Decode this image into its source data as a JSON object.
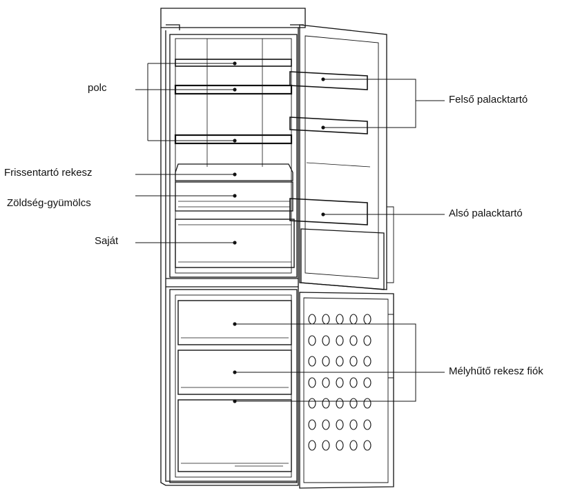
{
  "labels": {
    "shelf": "polc",
    "fresh_drawer": "Frissentartó rekesz",
    "crisper": "Zöldség-gyümölcs",
    "own": "Saját",
    "upper_bottle_rack": "Felső palacktartó",
    "lower_bottle_rack": "Alsó palacktartó",
    "freezer_drawer": "Mélyhűtő rekesz fiók"
  },
  "colors": {
    "line": "#111111",
    "background": "#ffffff"
  }
}
